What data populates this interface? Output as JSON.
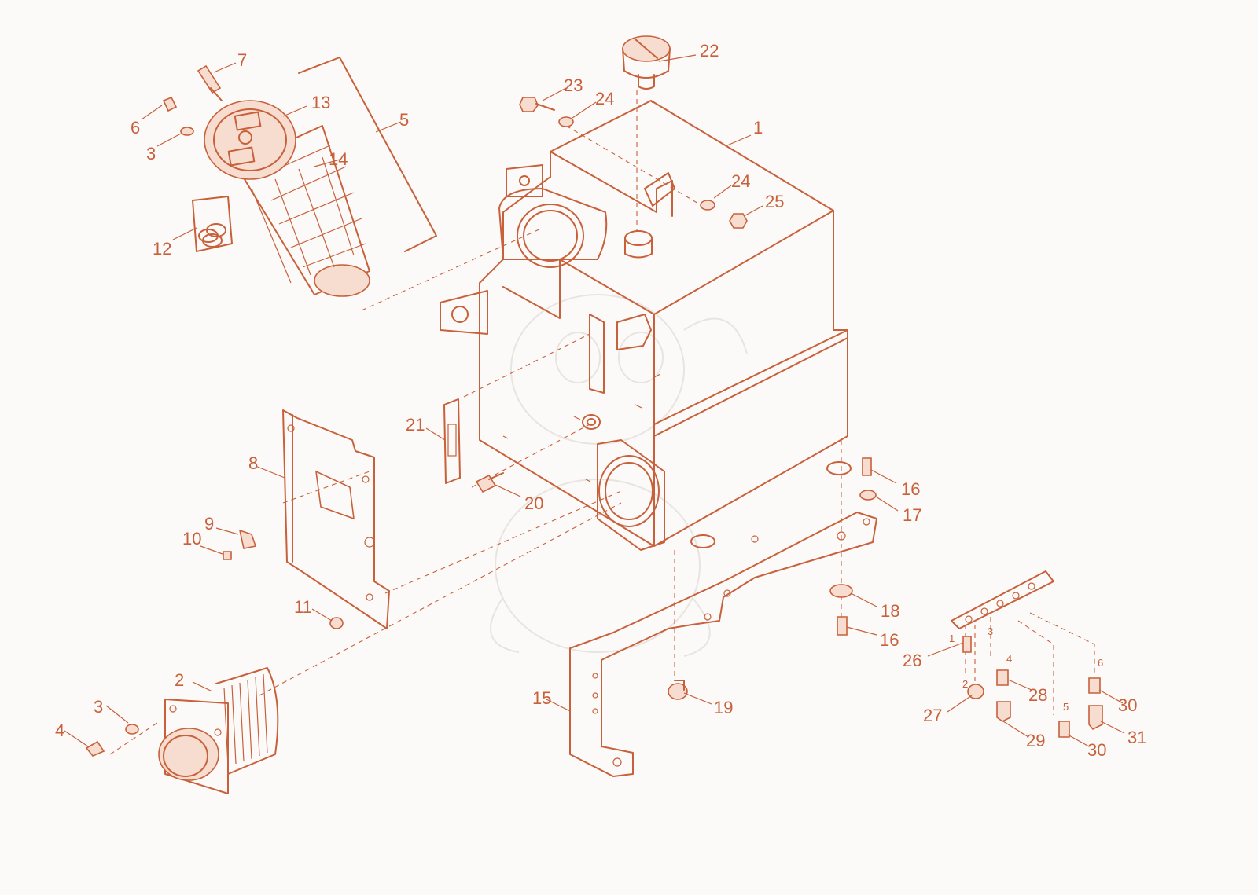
{
  "diagram": {
    "accent_color": "#c8603a",
    "background_color": "#fbfaf8",
    "callouts": [
      "1",
      "2",
      "3",
      "3",
      "4",
      "5",
      "6",
      "7",
      "8",
      "9",
      "10",
      "11",
      "12",
      "13",
      "14",
      "15",
      "16",
      "16",
      "17",
      "18",
      "19",
      "20",
      "21",
      "22",
      "23",
      "24",
      "24",
      "25",
      "26",
      "27",
      "28",
      "29",
      "30",
      "30",
      "31"
    ],
    "port_labels": [
      "1",
      "2",
      "3",
      "4",
      "5",
      "6"
    ]
  }
}
